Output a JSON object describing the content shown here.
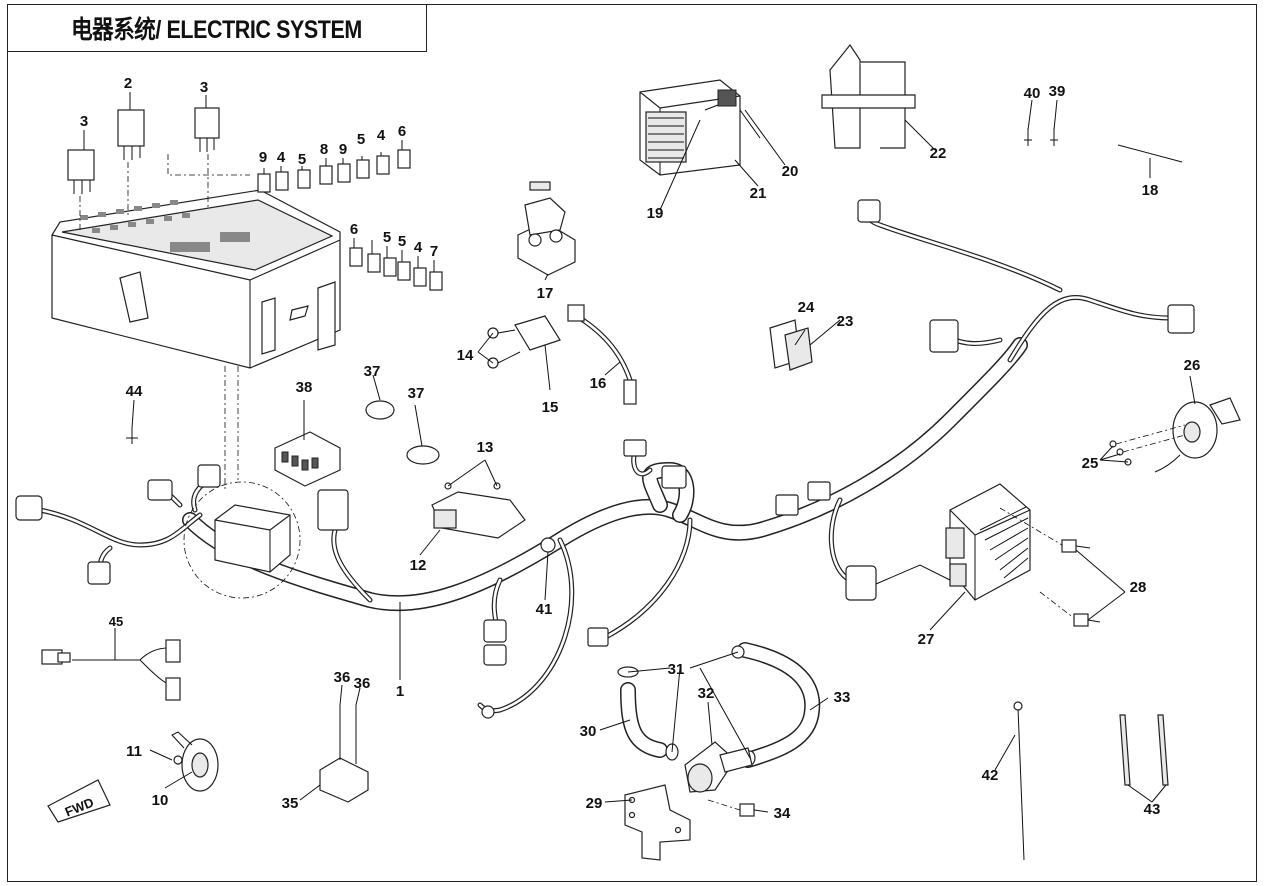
{
  "title": "电器系统/ ELECTRIC SYSTEM",
  "callouts": [
    "1",
    "2",
    "3",
    "3",
    "4",
    "4",
    "4",
    "5",
    "5",
    "5",
    "5",
    "6",
    "6",
    "7",
    "8",
    "9",
    "9",
    "10",
    "11",
    "12",
    "13",
    "14",
    "15",
    "16",
    "17",
    "18",
    "19",
    "20",
    "21",
    "22",
    "23",
    "24",
    "25",
    "26",
    "27",
    "28",
    "29",
    "30",
    "31",
    "32",
    "33",
    "34",
    "35",
    "36",
    "36",
    "37",
    "37",
    "38",
    "39",
    "40",
    "41",
    "42",
    "43",
    "44",
    "45"
  ],
  "fwd_text": "FWD"
}
